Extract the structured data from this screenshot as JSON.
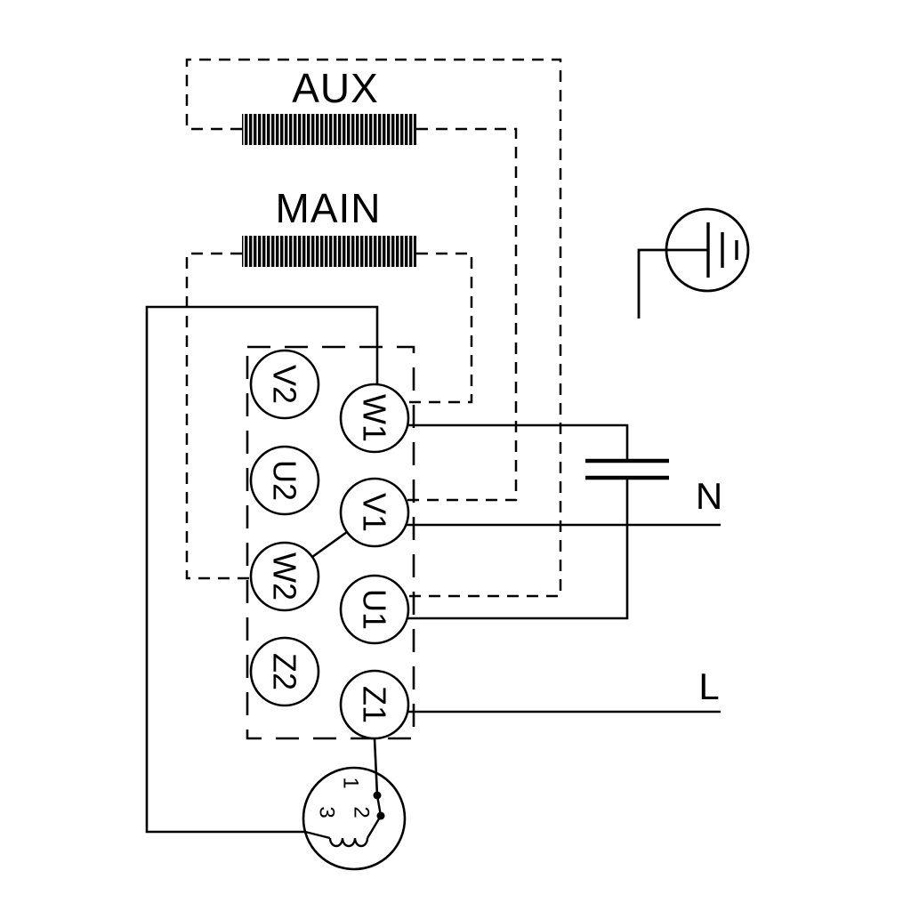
{
  "diagram": {
    "type": "motor-wiring-schematic",
    "windings": {
      "aux_label": "AUX",
      "main_label": "MAIN"
    },
    "power": {
      "neutral_label": "N",
      "line_label": "L"
    },
    "terminals": [
      "V2",
      "W1",
      "U2",
      "V1",
      "W2",
      "U1",
      "Z2",
      "Z1"
    ],
    "thermal_protector": {
      "contact_labels": [
        "1",
        "2",
        "3"
      ]
    },
    "components": {
      "capacitor": "capacitor",
      "earth": "protective-earth"
    },
    "colors": {
      "stroke": "#000000",
      "background": "#ffffff"
    }
  }
}
